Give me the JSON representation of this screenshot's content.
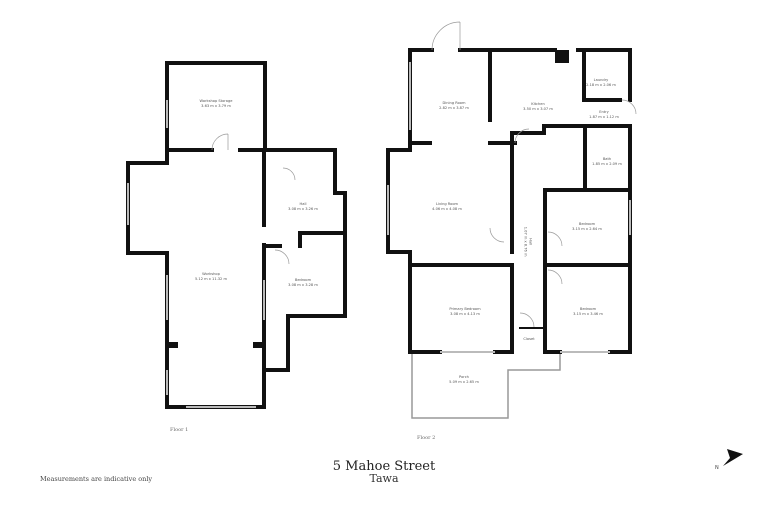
{
  "address": {
    "street": "5 Mahoe Street",
    "suburb": "Tawa"
  },
  "disclaimer": "Measurements are indicative only",
  "floors": [
    {
      "label": "Floor 1",
      "rooms": [
        {
          "name": "Workshop Storage",
          "dims": "3.63 m x 3.79 m"
        },
        {
          "name": "Workshop",
          "dims": "5.12 m x 11.32 m"
        },
        {
          "name": "Hall",
          "dims": "3.08 m x 3.26 m"
        },
        {
          "name": "Bedroom",
          "dims": "3.08 m x 3.28 m"
        }
      ]
    },
    {
      "label": "Floor 2",
      "rooms": [
        {
          "name": "Dining Room",
          "dims": "2.82 m x 3.87 m"
        },
        {
          "name": "Kitchen",
          "dims": "3.50 m x 3.07 m"
        },
        {
          "name": "Laundry",
          "dims": "2.18 m x 2.06 m"
        },
        {
          "name": "Entry",
          "dims": "1.87 m x 1.12 m"
        },
        {
          "name": "Bath",
          "dims": "1.85 m x 2.09 m"
        },
        {
          "name": "Living Room",
          "dims": "4.06 m x 4.08 m"
        },
        {
          "name": "Hall",
          "dims": "1.07 m x 8.76 m"
        },
        {
          "name": "Bedroom",
          "dims": "3.15 m x 2.64 m"
        },
        {
          "name": "Primary Bedroom",
          "dims": "3.08 m x 4.13 m"
        },
        {
          "name": "Bedroom",
          "dims": "3.15 m x 3.46 m"
        },
        {
          "name": "Closet",
          "dims": ""
        },
        {
          "name": "Porch",
          "dims": "5.09 m x 2.65 m"
        }
      ]
    }
  ],
  "compass": {
    "icon": "north-arrow-icon",
    "label": "N"
  },
  "colors": {
    "wall": "#111111",
    "window": "#cfcfcf",
    "text": "#555555"
  }
}
